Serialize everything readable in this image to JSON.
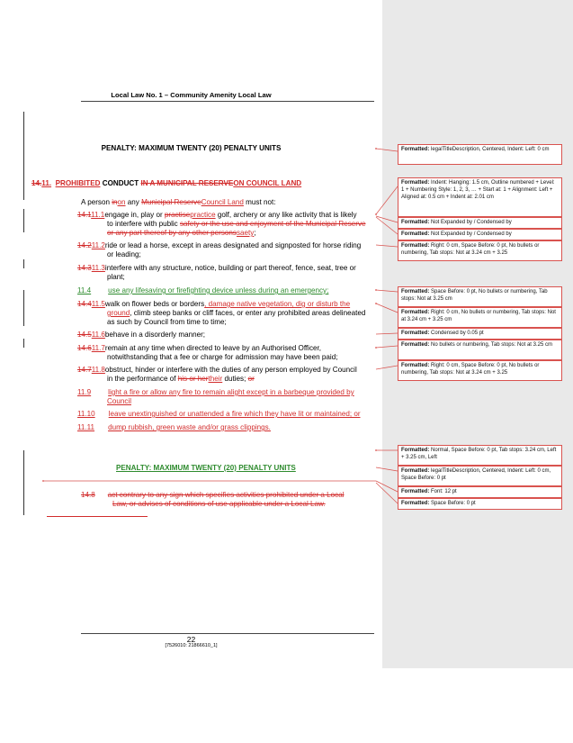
{
  "header": {
    "title": "Local Law No. 1 – Community Amenity Local Law"
  },
  "penalty_top": "PENALTY: MAXIMUM TWENTY (20) PENALTY UNITS",
  "heading": {
    "num_del": "14.",
    "num_ins": "11.",
    "prohibited": "PROHIBITED",
    "conduct": " CONDUCT ",
    "del_text": "IN A MUNICIPAL RESERVE",
    "ins_text": "ON COUNCIL LAND"
  },
  "intro": {
    "a": "A person ",
    "del1": "in",
    "ins1": "on",
    "b": " any ",
    "del2": "Municipal Reserve",
    "ins2": "Council Land",
    "c": " must not:"
  },
  "items": {
    "i1": {
      "num_del": "14.1",
      "num_ins": "11.1",
      "t1": "engage in, play or ",
      "del1": "practise",
      "ins1": "practice",
      "t2": " golf, archery or any like activity that is likely",
      "t3": "to interfere with public ",
      "del2": "safety or the use and enjoyment of the Municipal Reserve",
      "del3": "or any part thereof by any other persons",
      "ins2": "saety",
      "t4": ";"
    },
    "i2": {
      "num_del": "14.2",
      "num_ins": "11.2",
      "t1": "ride or lead a horse, except in areas designated and signposted for horse riding",
      "t2": "or leading;"
    },
    "i3": {
      "num_del": "14.3",
      "num_ins": "11.3",
      "t1": "interfere with any structure, notice, building or part thereof, fence, seat, tree or",
      "t2": "plant;"
    },
    "i4": {
      "num": "11.4",
      "t1": "use any lifesaving or firefighting device unless during an emergency;"
    },
    "i5": {
      "num_del": "14.4",
      "num_ins": "11.5",
      "t1": "walk on flower beds or borders",
      "ins1": ", damage native vegetation, dig or disturb the",
      "ins2": "ground",
      "t2": ", climb steep banks or cliff faces, or enter any prohibited areas delineated",
      "t3": "as such by Council from time to time;"
    },
    "i6": {
      "num_del": "14.5",
      "num_ins": "11.6",
      "t1": "behave in a disorderly manner;"
    },
    "i7": {
      "num_del": "14.6",
      "num_ins": "11.7",
      "t1": "remain at any time when directed to leave by an Authorised Officer,",
      "t2": "notwithstanding that a fee or charge for admission may have been paid;"
    },
    "i8": {
      "num_del": "14.7",
      "num_ins": "11.8",
      "t1": "obstruct, hinder or interfere with the duties of any person employed by Council",
      "t2": "in the performance of ",
      "del1": "his or her",
      "ins1": "their",
      "t3": " duties; ",
      "del2": "or"
    },
    "i9": {
      "num": "11.9",
      "t1": "light a fire or allow any fire to remain alight except in a barbeque provided by",
      "t2": "Council"
    },
    "i10": {
      "num": "11.10",
      "t1": "leave unextinguished or unattended a fire which they have lit or maintained; or"
    },
    "i11": {
      "num": "11.11",
      "t1": "dump rubbish, green waste and/or grass clippings."
    }
  },
  "penalty_bottom": "PENALTY: MAXIMUM TWENTY (20) PENALTY UNITS",
  "deleted_item": {
    "num": "14.8",
    "t1": "act contrary to any sign which specifies activities prohibited under a Local",
    "t2": "Law, or advises of conditions of use applicable under a Local Law."
  },
  "footer": {
    "page": "22",
    "ref": "[7526010: 21866610_1]"
  },
  "comments": [
    {
      "label": "Formatted:",
      "text": " legalTitleDescription, Centered, Indent: Left:  0 cm"
    },
    {
      "label": "Formatted:",
      "text": " Indent: Hanging:  1.5 cm, Outline numbered + Level: 1 + Numbering Style: 1, 2, 3, … + Start at: 1 + Alignment: Left + Aligned at:  0.5 cm + Indent at:  2.01 cm"
    },
    {
      "label": "Formatted:",
      "text": " Not Expanded by / Condensed by"
    },
    {
      "label": "Formatted:",
      "text": " Not Expanded by / Condensed by"
    },
    {
      "label": "Formatted:",
      "text": " Right:  0 cm, Space Before:  0 pt,  No bullets or numbering, Tab stops: Not at  3.24 cm +  3.25"
    },
    {
      "label": "Formatted:",
      "text": " Space Before:  0 pt, No bullets or numbering, Tab stops: Not at  3.25 cm"
    },
    {
      "label": "Formatted:",
      "text": " Right:  0 cm,  No bullets or numbering, Tab stops: Not at  3.24 cm +  3.25 cm"
    },
    {
      "label": "Formatted:",
      "text": " Condensed by  0.05 pt"
    },
    {
      "label": "Formatted:",
      "text": "  No bullets or numbering, Tab stops: Not at  3.25 cm"
    },
    {
      "label": "Formatted:",
      "text": " Right:  0 cm, Space Before:  0 pt,  No bullets or numbering, Tab stops: Not at  3.24 cm +  3.25"
    },
    {
      "label": "Formatted:",
      "text": " Normal, Space Before:  0 pt, Tab stops:  3.24 cm, Left +  3.25 cm, Left"
    },
    {
      "label": "Formatted:",
      "text": " legalTitleDescription, Centered, Indent: Left:  0 cm, Space Before:  0 pt"
    },
    {
      "label": "Formatted:",
      "text": " Font: 12 pt"
    },
    {
      "label": "Formatted:",
      "text": " Space Before:  0 pt"
    }
  ]
}
